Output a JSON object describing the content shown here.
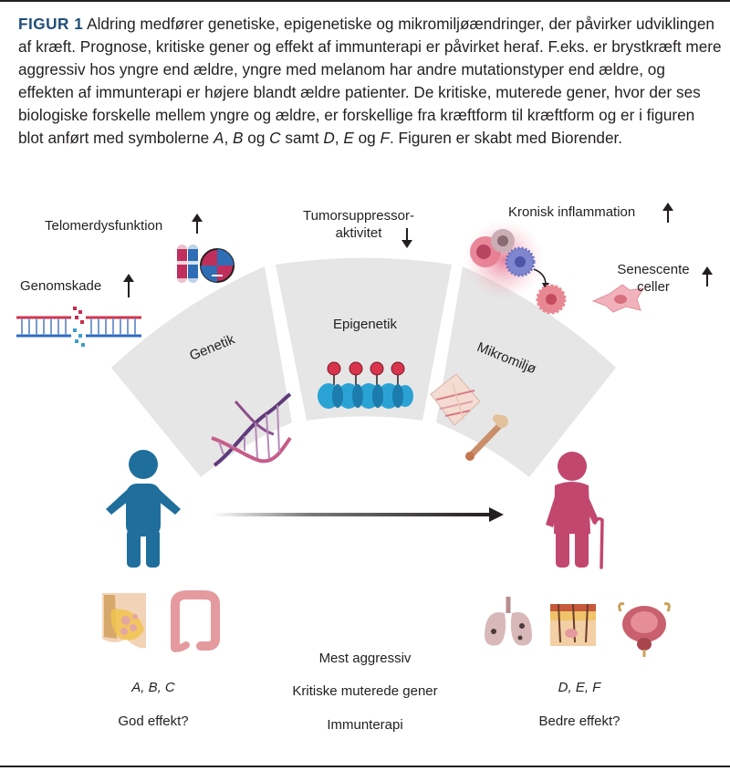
{
  "caption": {
    "label": "FIGUR 1",
    "p1": " Aldring medfører genetiske, epigenetiske og mikromiljøændringer, der påvirker udviklingen af kræft. Prognose, kritiske gener og effekt af immunterapi er påvirket heraf. F.eks. er brystkræft mere aggressiv hos yngre end ældre, yngre med melanom har andre mutationstyper end ældre, og effekten af immunterapi er højere blandt ældre patienter. De kritiske, muterede gener, hvor der ses biologiske forskelle mellem yngre og ældre, er forskellige fra kræftform til kræftform og er i figuren blot anført med symbolerne ",
    "symA": "A",
    "sep1": ", ",
    "symB": "B",
    "og1": " og ",
    "symC": "C",
    "samt": " samt ",
    "symD": "D",
    "sep2": ", ",
    "symE": "E",
    "og2": " og ",
    "symF": "F",
    "p2": ". Figuren er skabt med Biorender."
  },
  "factors": {
    "genomskade": "Genomskade",
    "telomer": "Telomerdysfunktion",
    "tumor_line1": "Tumorsuppressor-",
    "tumor_line2": "aktivitet",
    "inflammation": "Kronisk inflammation",
    "senescent_line1": "Senescente",
    "senescent_line2": "celler"
  },
  "segments": {
    "genetik": "Genetik",
    "epigenetik": "Epigenetik",
    "mikromiljo": "Mikromiljø"
  },
  "left": {
    "genes": "A, B, C",
    "effect": "God effekt?"
  },
  "right": {
    "genes": "D, E, F",
    "effect": "Bedre effekt?"
  },
  "center": {
    "row1": "Mest aggressiv",
    "row2": "Kritiske muterede gener",
    "row3": "Immunterapi"
  },
  "colors": {
    "caption_label": "#1f4e79",
    "young_person": "#1f6e9c",
    "old_person": "#c2476f",
    "segment_fill": "#e6e6e6",
    "arrow": "#231f20"
  }
}
